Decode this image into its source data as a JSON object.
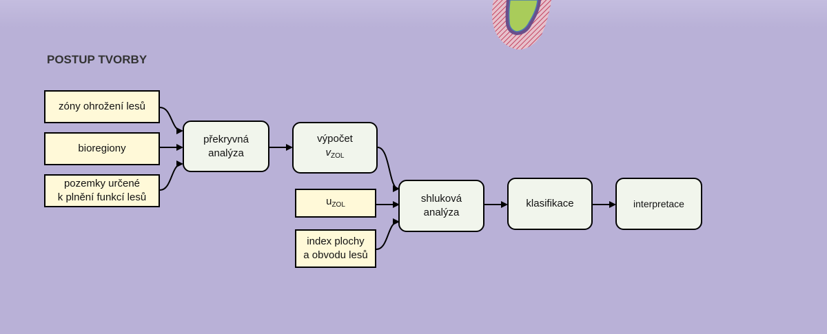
{
  "title": "POSTUP TVORBY",
  "inputs": {
    "zones": "zóny ohrožení lesů",
    "bioregions": "bioregiony",
    "land_line1": "pozemky určené",
    "land_line2": "k plnění funkcí lesů",
    "u_main": "u",
    "u_sub": "ZOL",
    "index_line1": "index plochy",
    "index_line2": "a obvodu lesů"
  },
  "processes": {
    "overlay_line1": "překryvná",
    "overlay_line2": "analýza",
    "calc_line1": "výpočet",
    "calc_v": "v",
    "calc_sub": "ZOL",
    "cluster_line1": "shluková",
    "cluster_line2": "analýza",
    "classification": "klasifikace",
    "interpretation": "interpretace"
  }
}
